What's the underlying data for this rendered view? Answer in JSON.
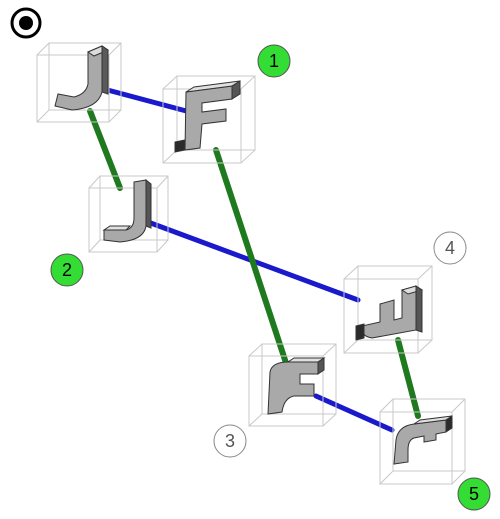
{
  "radio": {
    "icon": "radio-selected-icon",
    "state": "selected"
  },
  "options": [
    {
      "label": "1",
      "highlighted": true
    },
    {
      "label": "2",
      "highlighted": true
    },
    {
      "label": "3",
      "highlighted": false
    },
    {
      "label": "4",
      "highlighted": false
    },
    {
      "label": "5",
      "highlighted": true
    }
  ],
  "colors": {
    "highlight": "#33dd33",
    "blue_link": "#1a1acc",
    "green_link": "#1f7a1f",
    "box_edge": "#c8c8c8",
    "block_face": "#a9a9a9",
    "block_dark": "#2b2b2b"
  },
  "items": [
    {
      "id": "A",
      "icon": "j-block-icon"
    },
    {
      "id": "B",
      "icon": "f-block-icon"
    },
    {
      "id": "C",
      "icon": "j-block-icon"
    },
    {
      "id": "D",
      "icon": "l-block-icon"
    },
    {
      "id": "E",
      "icon": "f-block-icon"
    },
    {
      "id": "F",
      "icon": "j-block-icon"
    }
  ]
}
